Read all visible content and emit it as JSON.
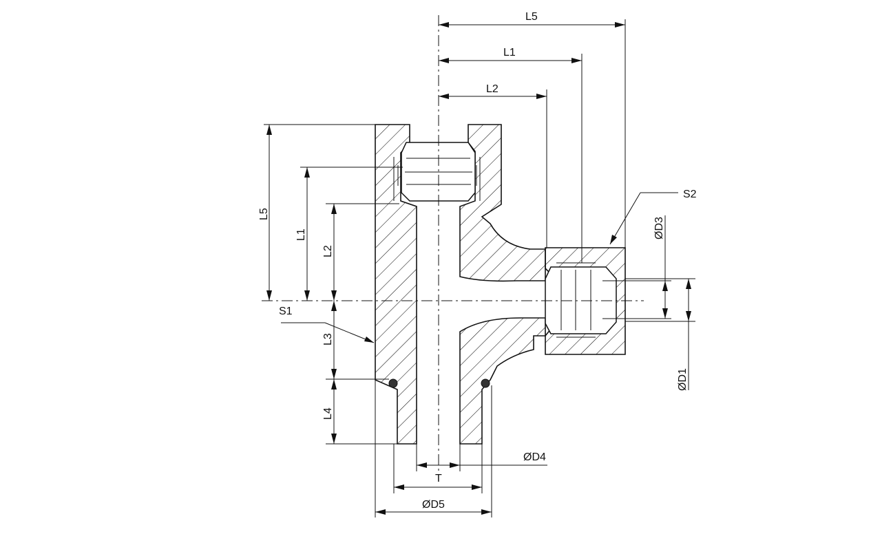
{
  "labels": {
    "l5_top": "L5",
    "l1_top": "L1",
    "l2_top": "L2",
    "s2": "S2",
    "d3": "ØD3",
    "d1": "ØD1",
    "l5_left": "L5",
    "l1_left": "L1",
    "l2_left": "L2",
    "s1": "S1",
    "l3": "L3",
    "l4": "L4",
    "d4": "ØD4",
    "t": "T",
    "d5": "ØD5"
  },
  "colors": {
    "ink": "#111111",
    "background": "#ffffff"
  }
}
